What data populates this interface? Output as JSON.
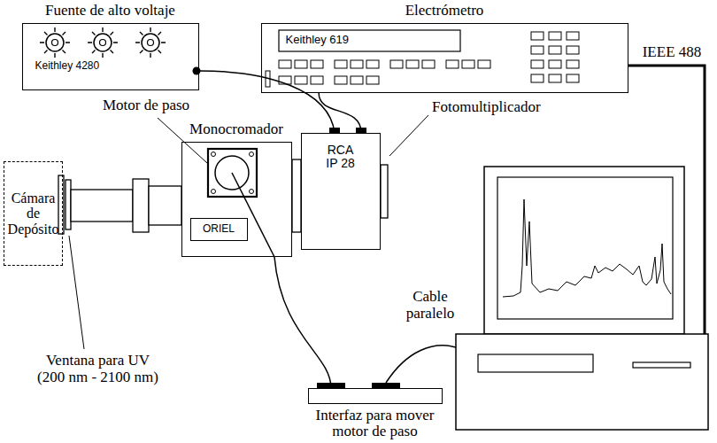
{
  "diagram": {
    "nodes": [
      {
        "text": [
          "Fuente de alto voltaje",
          "Keithley 4280"
        ]
      },
      {
        "text": [
          "Electrómetro",
          "Keithley 619"
        ]
      },
      {
        "text": [
          "Cámara de Depósito"
        ]
      },
      {
        "text": [
          "Monocromador"
        ]
      },
      {
        "text": [
          "ORIEL"
        ],
        "in": 3
      },
      {
        "text": [
          "RCA IP 28"
        ]
      },
      {
        "text": [
          "Interfaz para mover motor de paso"
        ]
      }
    ],
    "edges": [
      {
        "from": 0,
        "to": 5,
        "arrow": "none"
      },
      {
        "from": 1,
        "to": 5,
        "arrow": "none"
      },
      {
        "from": 3,
        "to": 6,
        "arrow": "none"
      }
    ],
    "labels": [
      "Motor de paso",
      "Fotomultiplicador",
      "IEEE 488",
      "Cable paralelo",
      "Ventana para UV (200 nm - 2100 nm)"
    ]
  }
}
